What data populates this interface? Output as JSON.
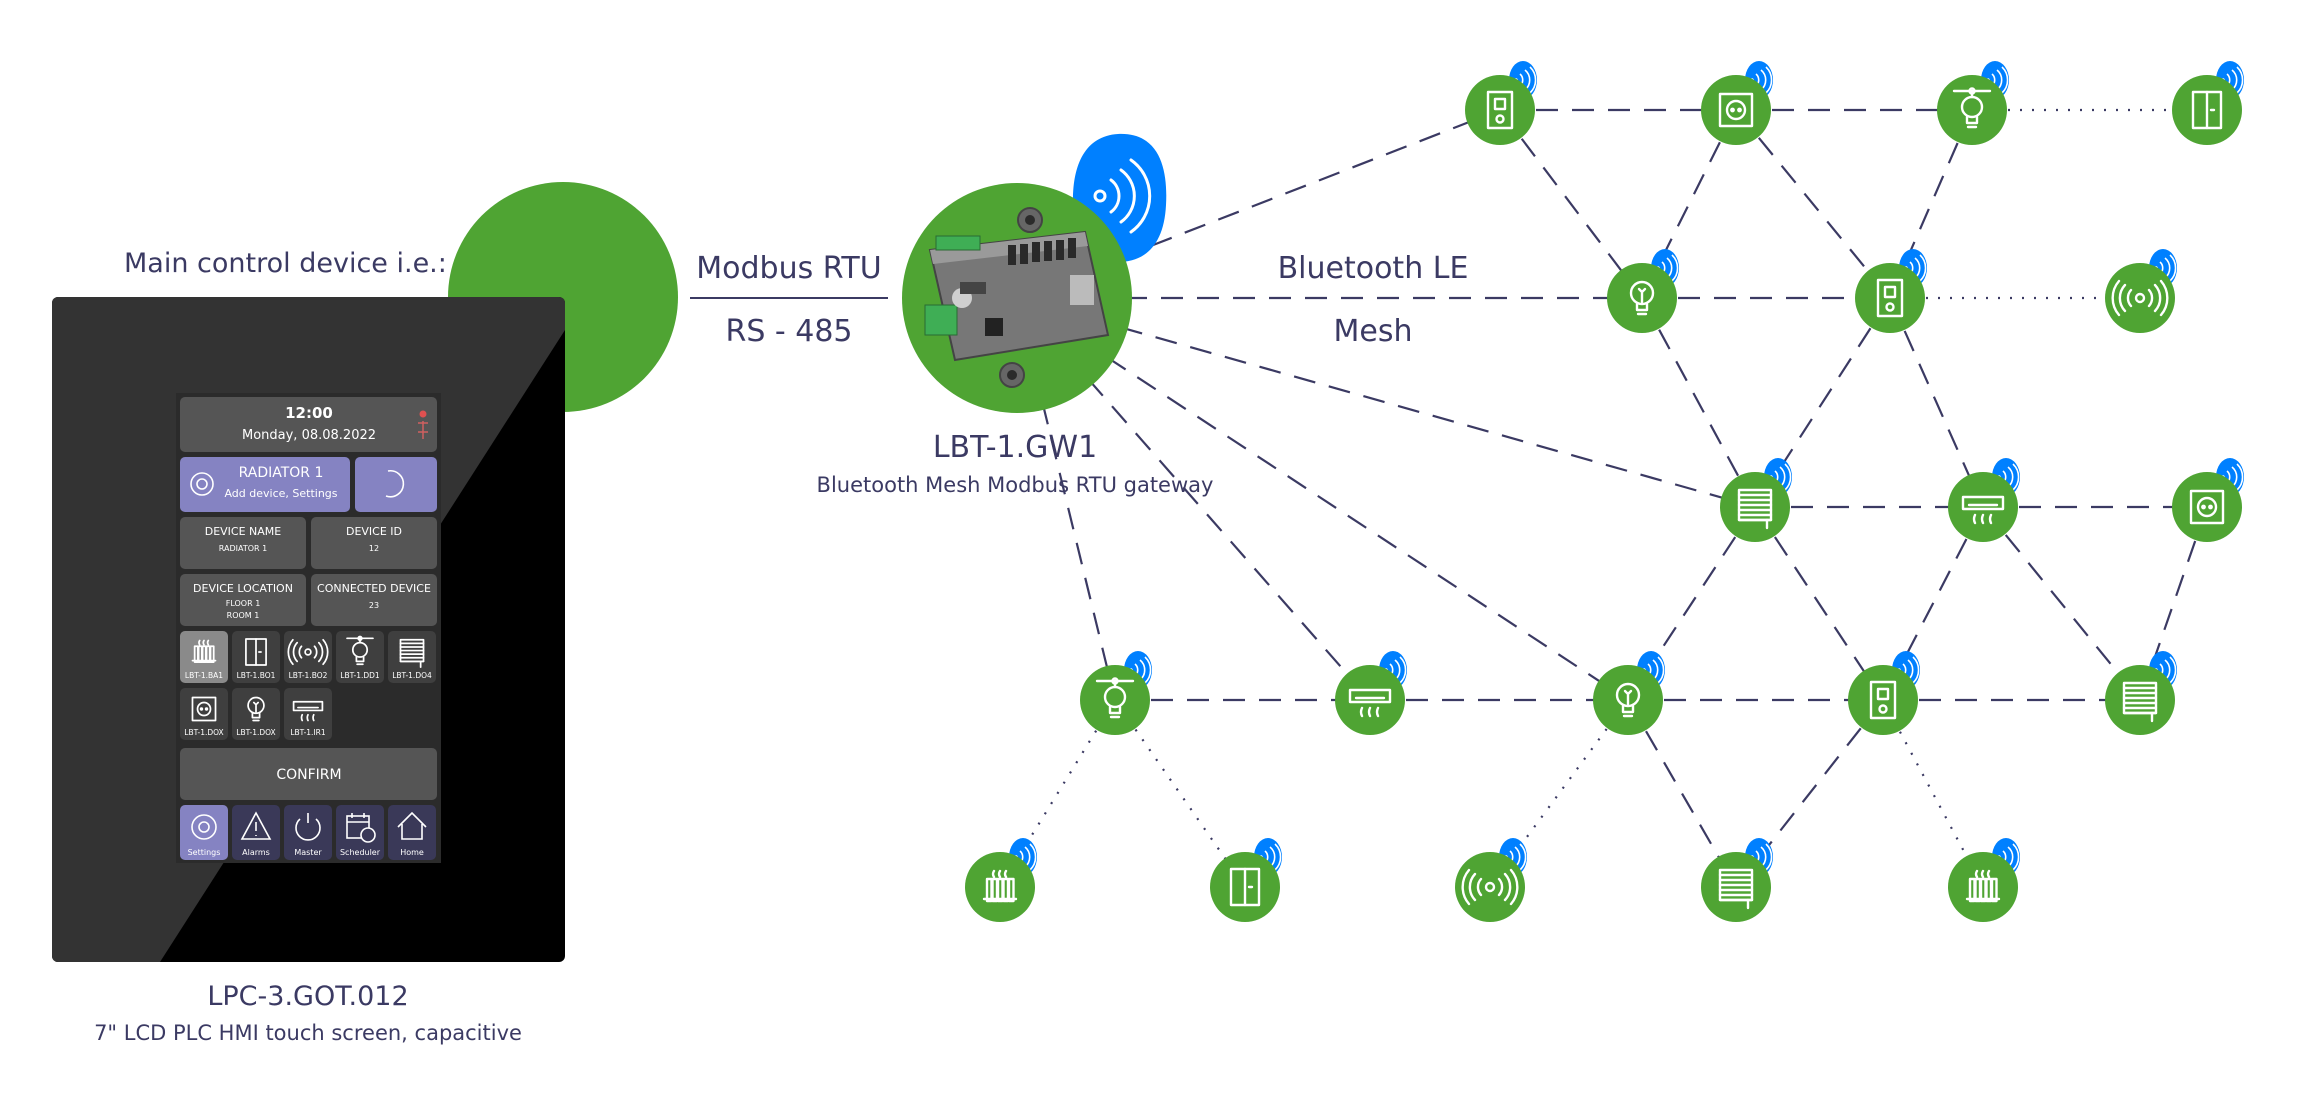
{
  "colors": {
    "node_green": "#4fa433",
    "badge_blue": "#0080ff",
    "text": "#3b3a63",
    "link": "#3b3a63",
    "panel_dark": "#3a3a3a",
    "tile_purple": "#8583c2",
    "tile_gray": "#555555"
  },
  "labels": {
    "main_control": "Main control device i.e.:",
    "modbus": "Modbus RTU",
    "rs485": "RS - 485",
    "ble": "Bluetooth LE",
    "mesh": "Mesh",
    "gateway_name": "LBT-1.GW1",
    "gateway_desc": "Bluetooth Mesh Modbus RTU gateway",
    "hmi_name": "LPC-3.GOT.012",
    "hmi_desc": "7\" LCD PLC HMI touch screen, capacitive"
  },
  "screen": {
    "time": "12:00",
    "date": "Monday, 08.08.2022",
    "radiator_title": "RADIATOR 1",
    "radiator_sub": "Add device, Settings",
    "device_name_label": "DEVICE NAME",
    "device_name_value": "RADIATOR 1",
    "device_id_label": "DEVICE ID",
    "device_id_value": "12",
    "device_location_label": "DEVICE LOCATION",
    "device_location_line1": "FLOOR 1",
    "device_location_line2": "ROOM 1",
    "connected_device_label": "CONNECTED DEVICE",
    "connected_device_value": "23",
    "tiles": [
      {
        "label": "LBT-1.BA1",
        "icon": "radiator-icon"
      },
      {
        "label": "LBT-1.BO1",
        "icon": "door-icon"
      },
      {
        "label": "LBT-1.BO2",
        "icon": "speaker-icon"
      },
      {
        "label": "LBT-1.DD1",
        "icon": "dimmer-bulb-icon"
      },
      {
        "label": "LBT-1.DO4",
        "icon": "blinds-icon"
      },
      {
        "label": "LBT-1.DOX",
        "icon": "socket-icon"
      },
      {
        "label": "LBT-1.DOX",
        "icon": "bulb-icon"
      },
      {
        "label": "LBT-1.IR1",
        "icon": "air-conditioner-icon"
      }
    ],
    "confirm": "CONFIRM",
    "nav": [
      {
        "label": "Settings",
        "icon": "gear-icon"
      },
      {
        "label": "Alarms",
        "icon": "alarm-icon"
      },
      {
        "label": "Master",
        "icon": "power-icon"
      },
      {
        "label": "Scheduler",
        "icon": "scheduler-icon"
      },
      {
        "label": "Home",
        "icon": "home-icon"
      }
    ]
  }
}
